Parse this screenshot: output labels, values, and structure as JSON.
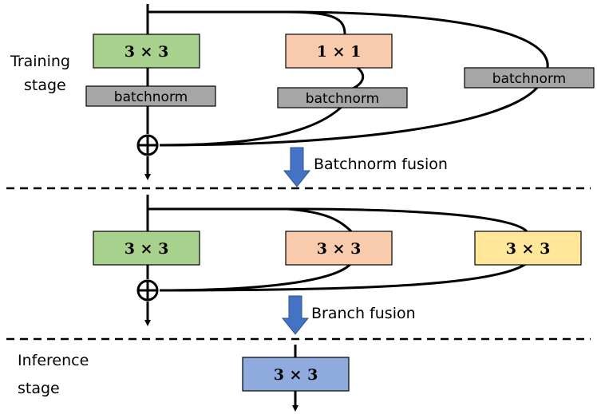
{
  "stage_labels": {
    "training_line1": "Training",
    "training_line2": "stage",
    "inference_line1": "Inference",
    "inference_line2": "stage"
  },
  "training": {
    "conv3x3": "3 × 3",
    "conv1x1": "1 × 1",
    "batchnorm": "batchnorm"
  },
  "fused": {
    "conv_a": "3 × 3",
    "conv_b": "3 × 3",
    "conv_c": "3 × 3"
  },
  "inference": {
    "conv": "3 × 3"
  },
  "transitions": {
    "batchnorm_fusion": "Batchnorm fusion",
    "branch_fusion": "Branch fusion"
  },
  "colors": {
    "green": "#a9d18e",
    "orange": "#f8cbad",
    "yellow": "#ffe699",
    "blue": "#8faadc",
    "gray": "#a6a6a6",
    "arrow_blue": "#4472c4"
  }
}
